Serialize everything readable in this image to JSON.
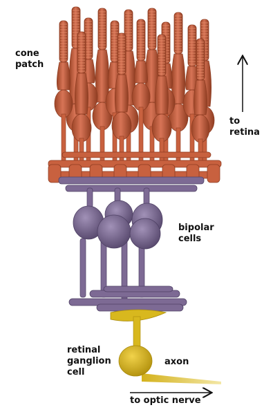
{
  "labels": {
    "cone_patch": [
      "cone",
      "patch"
    ],
    "to_retina": [
      "to",
      "retina"
    ],
    "bipolar_cells": [
      "bipolar",
      "cells"
    ],
    "retinal_ganglion_cell": [
      "retinal",
      "ganglion",
      "cell"
    ],
    "axon": "axon",
    "to_optic_nerve": "to optic nerve"
  },
  "colors": {
    "cone": "#c8613f",
    "cone_shadow": "#8f3d22",
    "cone_stripe": "#e48a66",
    "bipolar": "#7d6a94",
    "bipolar_shadow": "#4f4165",
    "ganglion": "#d8b81e",
    "ganglion_shadow": "#a98a0c"
  }
}
